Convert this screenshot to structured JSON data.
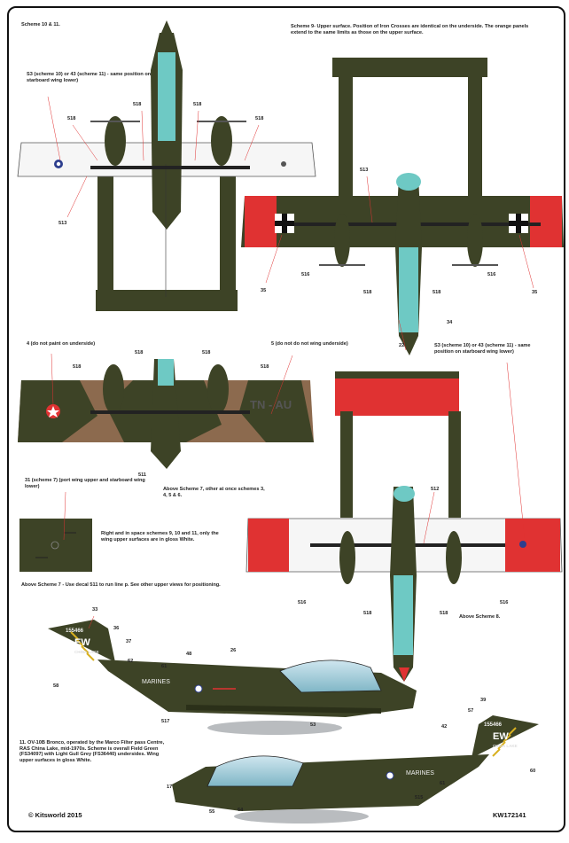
{
  "header": {
    "scheme_title": "Scheme 10 & 11.",
    "upper_note": "Scheme 9- Upper surface. Position of Iron Crosses are identical on the underside. The orange panels extend to the same limits as those on the upper surface."
  },
  "notes": {
    "note_a": "S3 (scheme 10) or 43 (scheme 11) - same position on starboard wing lower)",
    "note_b": "4 (do not paint on underside)",
    "note_c": "5 (do not do not wing underside)",
    "note_d": "S3 (scheme 10) or 43 (scheme 11) - same position on starboard wing lower)",
    "note_e": "31 (scheme 7) (port wing upper and starboard wing lower)",
    "above_s7": "Above Scheme 7, other at once schemes 3, 4, 5 & 6.",
    "right_in": "Right and in space schemes 9, 10 and 11, only the wing upper surfaces are in gloss White.",
    "above_s7_b": "Above Scheme 7 - Use decal 511 to run line p. See other upper views for positioning.",
    "above_s8": "Above Scheme 8.",
    "caption": "11. OV-10B Bronco, operated by the Marco Filter pass Centre, RAS China Lake, mid-1970s. Scheme is overall Field Green (FS34097) with Light Gull Grey (FS36440) undersides. Wing upper surfaces in gloss White."
  },
  "markings": {
    "tail_code_a": "TN - AU",
    "fin_serial": "155466",
    "fin_code": "EW",
    "fin_sub": "CHINA LAKE",
    "fuselage_text": "MARINES"
  },
  "callouts": {
    "c_518": "518",
    "c_513": "513",
    "c_516": "516",
    "c_512": "512",
    "c_511": "511",
    "c_35": "35",
    "c_34": "34",
    "c_22": "22",
    "c_33": "33",
    "c_37": "37",
    "c_36": "36",
    "c_62": "62",
    "c_61": "61",
    "c_48": "48",
    "c_26": "26",
    "c_58": "58",
    "c_57": "57",
    "c_517": "517",
    "c_53": "53",
    "c_60": "60",
    "c_42": "42",
    "c_39": "39",
    "c_17": "17",
    "c_64": "64",
    "c_55": "55",
    "c_515": "515"
  },
  "footer": {
    "copyright": "© Kitsworld 2015",
    "code": "KW172141"
  },
  "colors": {
    "olive": "#3d4326",
    "olive_dark": "#2b3019",
    "cyan": "#6ec9c4",
    "red": "#e03232",
    "white": "#f6f6f6",
    "grey": "#b9bcbf",
    "brown": "#8c6a4e",
    "gear": "#9a9a9a",
    "yellow": "#d8b020"
  }
}
